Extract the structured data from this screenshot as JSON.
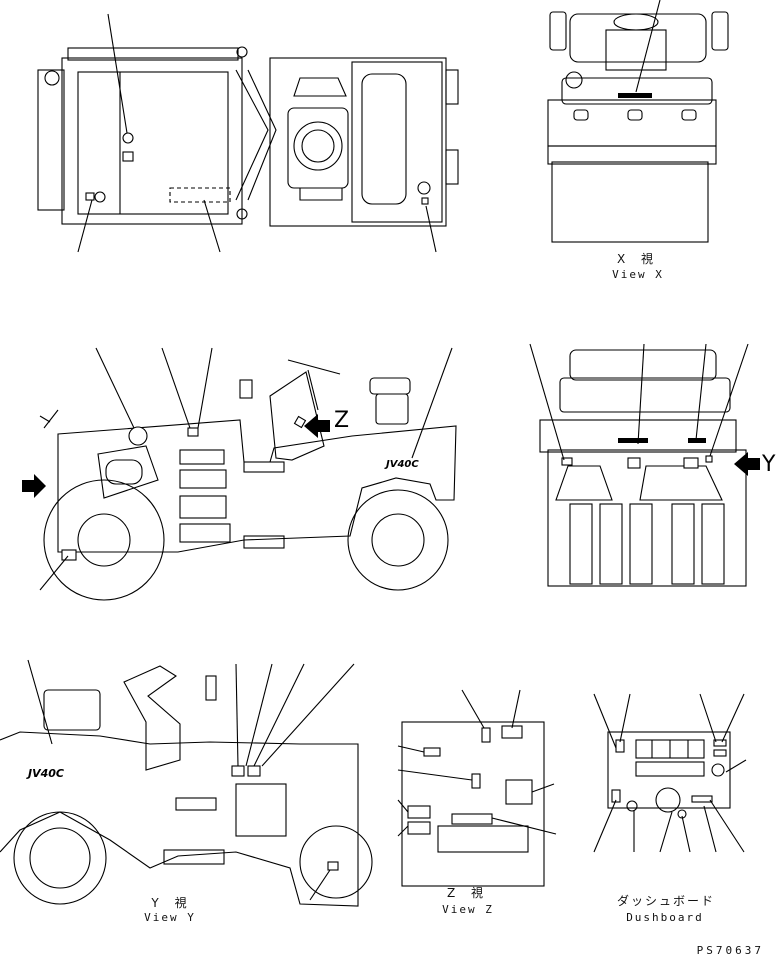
{
  "views": {
    "view_x": {
      "jp": "X 視",
      "en": "View X"
    },
    "view_y": {
      "jp": "Y 視",
      "en": "View Y"
    },
    "view_z": {
      "jp": "Z 視",
      "en": "View Z"
    },
    "dashboard": {
      "jp": "ダッシュボード",
      "en": "Dushboard"
    }
  },
  "arrows": {
    "z": "Z",
    "y": "Y"
  },
  "model_badge": "JV40C",
  "drawing_code": "PS70637",
  "colors": {
    "line": "#000000",
    "paper": "#ffffff"
  }
}
